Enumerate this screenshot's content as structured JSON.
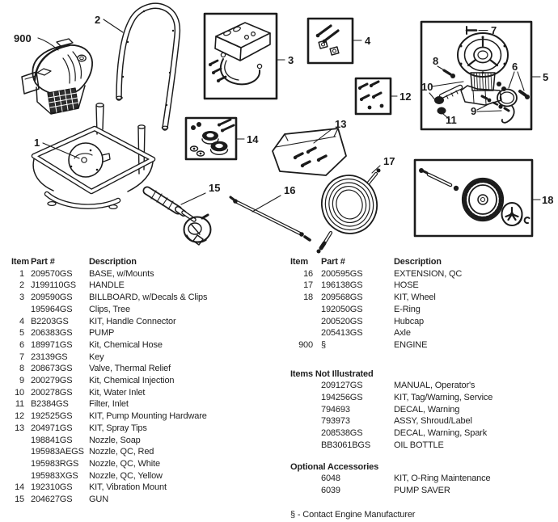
{
  "diagram": {
    "line_color": "#1b1b1b",
    "callouts": {
      "engine": "900",
      "base": "1",
      "handle": "2",
      "billboard": "3",
      "handle_kit": "4",
      "pump": "5",
      "chem_hose": "6",
      "key": "7",
      "thermal_valve": "8",
      "chem_injection": "9",
      "water_inlet": "10",
      "inlet_filter": "11",
      "pump_mounting": "12",
      "spray_tips": "13",
      "vibration_mount": "14",
      "gun": "15",
      "extension": "16",
      "hose": "17",
      "wheel_kit": "18"
    }
  },
  "left_table": {
    "headers": {
      "item": "Item",
      "part": "Part #",
      "desc": "Description"
    },
    "rows": [
      {
        "item": "1",
        "part": "209570GS",
        "desc": "BASE, w/Mounts"
      },
      {
        "item": "2",
        "part": "J199110GS",
        "desc": "HANDLE"
      },
      {
        "item": "3",
        "part": "209590GS",
        "desc": "BILLBOARD, w/Decals & Clips"
      },
      {
        "item": "",
        "part": "195964GS",
        "desc": "Clips, Tree"
      },
      {
        "item": "4",
        "part": "B2203GS",
        "desc": "KIT, Handle Connector"
      },
      {
        "item": "5",
        "part": "206383GS",
        "desc": "PUMP"
      },
      {
        "item": "6",
        "part": "189971GS",
        "desc": "Kit, Chemical Hose"
      },
      {
        "item": "7",
        "part": "23139GS",
        "desc": "Key"
      },
      {
        "item": "8",
        "part": "208673GS",
        "desc": "Valve, Thermal Relief"
      },
      {
        "item": "9",
        "part": "200279GS",
        "desc": "Kit, Chemical Injection"
      },
      {
        "item": "10",
        "part": "200278GS",
        "desc": "Kit, Water Inlet"
      },
      {
        "item": "11",
        "part": "B2384GS",
        "desc": "Filter, Inlet"
      },
      {
        "item": "12",
        "part": "192525GS",
        "desc": "KIT, Pump Mounting Hardware"
      },
      {
        "item": "13",
        "part": "204971GS",
        "desc": "KIT, Spray Tips"
      },
      {
        "item": "",
        "part": "198841GS",
        "desc": "Nozzle, Soap"
      },
      {
        "item": "",
        "part": "195983AEGS",
        "desc": "Nozzle, QC, Red"
      },
      {
        "item": "",
        "part": "195983RGS",
        "desc": "Nozzle, QC, White"
      },
      {
        "item": "",
        "part": "195983XGS",
        "desc": "Nozzle, QC, Yellow"
      },
      {
        "item": "14",
        "part": "192310GS",
        "desc": "KIT, Vibration Mount"
      },
      {
        "item": "15",
        "part": "204627GS",
        "desc": "GUN"
      }
    ]
  },
  "right_table": {
    "headers": {
      "item": "Item",
      "part": "Part #",
      "desc": "Description"
    },
    "rows": [
      {
        "item": "16",
        "part": "200595GS",
        "desc": "EXTENSION, QC"
      },
      {
        "item": "17",
        "part": "196138GS",
        "desc": "HOSE"
      },
      {
        "item": "18",
        "part": "209568GS",
        "desc": "KIT, Wheel"
      },
      {
        "item": "",
        "part": "192050GS",
        "desc": "E-Ring"
      },
      {
        "item": "",
        "part": "200520GS",
        "desc": "Hubcap"
      },
      {
        "item": "",
        "part": "205413GS",
        "desc": "Axle"
      },
      {
        "item": "900",
        "part": "§",
        "desc": "ENGINE"
      }
    ]
  },
  "not_illustrated": {
    "title": "Items Not Illustrated",
    "rows": [
      {
        "item": "",
        "part": "209127GS",
        "desc": "MANUAL, Operator's"
      },
      {
        "item": "",
        "part": "194256GS",
        "desc": "KIT, Tag/Warning, Service"
      },
      {
        "item": "",
        "part": "794693",
        "desc": "DECAL, Warning"
      },
      {
        "item": "",
        "part": "793973",
        "desc": "ASSY, Shroud/Label"
      },
      {
        "item": "",
        "part": "208538GS",
        "desc": "DECAL, Warning, Spark"
      },
      {
        "item": "",
        "part": "BB3061BGS",
        "desc": "OIL BOTTLE"
      }
    ]
  },
  "optional_accessories": {
    "title": "Optional Accessories",
    "rows": [
      {
        "item": "",
        "part": "6048",
        "desc": "KIT, O-Ring Maintenance"
      },
      {
        "item": "",
        "part": "6039",
        "desc": "PUMP SAVER"
      }
    ]
  },
  "footnote": "§ - Contact Engine Manufacturer"
}
